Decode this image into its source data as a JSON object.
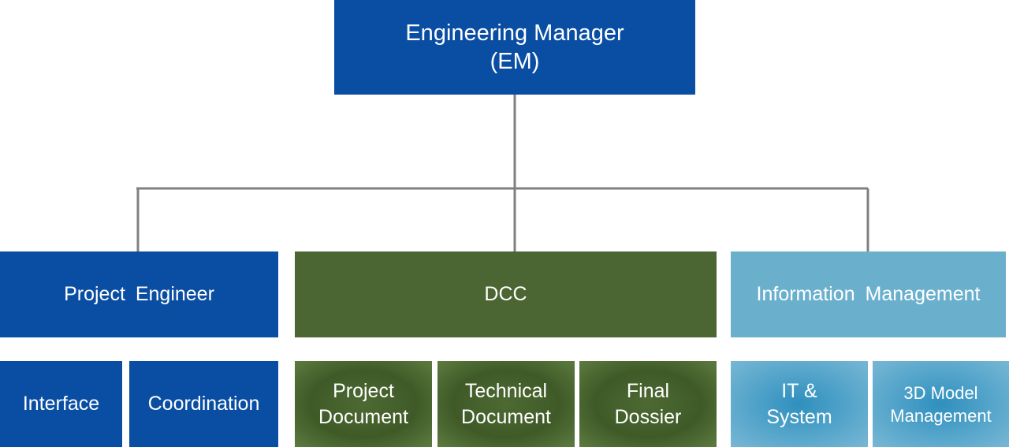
{
  "root": {
    "label": "Engineering Manager\n(EM)",
    "color": "#0a4ea3"
  },
  "departments": [
    {
      "label": "Project  Engineer",
      "color": "#0a4ea3"
    },
    {
      "label": "DCC",
      "color": "#4b6533"
    },
    {
      "label": "Information  Management",
      "color": "#6ab0cd"
    }
  ],
  "sub_units": [
    {
      "label": "Interface",
      "department": "Project  Engineer"
    },
    {
      "label": "Coordination",
      "department": "Project  Engineer"
    },
    {
      "label": "Project\nDocument",
      "department": "DCC"
    },
    {
      "label": "Technical\nDocument",
      "department": "DCC"
    },
    {
      "label": "Final\nDossier",
      "department": "DCC"
    },
    {
      "label": "IT &\nSystem",
      "department": "Information  Management"
    },
    {
      "label": "3D Model\nManagement",
      "department": "Information  Management"
    }
  ],
  "connector_color": "#808080"
}
